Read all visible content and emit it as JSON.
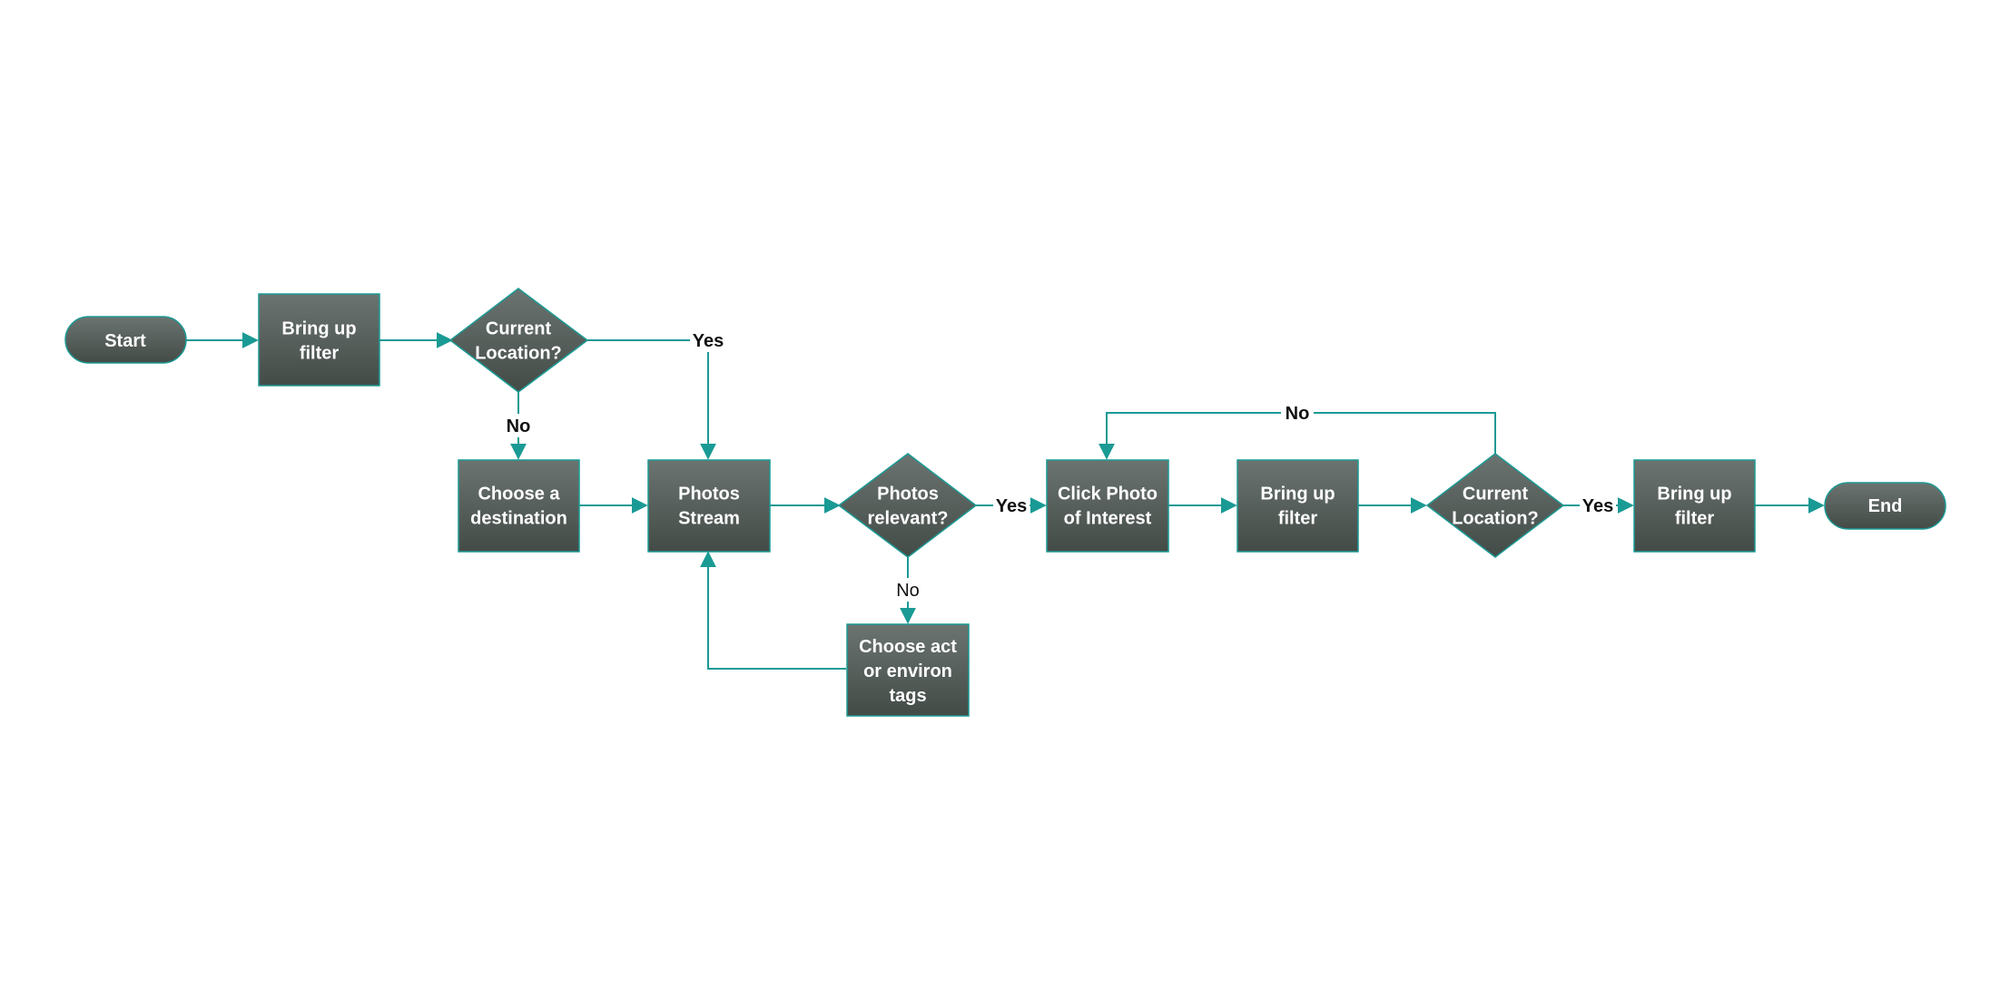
{
  "colors": {
    "node_fill_top": "#6b7470",
    "node_fill_bottom": "#434b47",
    "connector": "#1a9a94",
    "node_border": "#1a9a94"
  },
  "nodes": {
    "start": {
      "lines": [
        "Start"
      ]
    },
    "bring_up_filter_1": {
      "lines": [
        "Bring up",
        "filter"
      ]
    },
    "current_location_1": {
      "lines": [
        "Current",
        "Location?"
      ]
    },
    "choose_destination": {
      "lines": [
        "Choose a",
        "destination"
      ]
    },
    "photos_stream": {
      "lines": [
        "Photos",
        "Stream"
      ]
    },
    "photos_relevant": {
      "lines": [
        "Photos",
        "relevant?"
      ]
    },
    "choose_tags": {
      "lines": [
        "Choose act",
        "or environ",
        "tags"
      ]
    },
    "click_photo": {
      "lines": [
        "Click Photo",
        "of Interest"
      ]
    },
    "bring_up_filter_2": {
      "lines": [
        "Bring up",
        "filter"
      ]
    },
    "current_location_2": {
      "lines": [
        "Current",
        "Location?"
      ]
    },
    "bring_up_filter_3": {
      "lines": [
        "Bring up",
        "filter"
      ]
    },
    "end": {
      "lines": [
        "End"
      ]
    }
  },
  "edge_labels": {
    "loc1_yes": "Yes",
    "loc1_no": "No",
    "relevant_yes": "Yes",
    "relevant_no": "No",
    "loc2_no": "No",
    "loc2_yes": "Yes"
  }
}
